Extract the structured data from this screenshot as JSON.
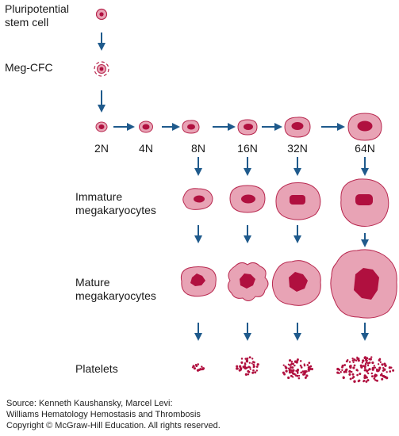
{
  "labels": {
    "stem_cell": "Pluripotential\nstem cell",
    "meg_cfc": "Meg-CFC",
    "immature": "Immature\nmegakaryocytes",
    "mature": "Mature\nmegakaryocytes",
    "platelets": "Platelets"
  },
  "ploidy": [
    "2N",
    "4N",
    "8N",
    "16N",
    "32N",
    "64N"
  ],
  "source_lines": "Source: Kenneth Kaushansky, Marcel Levi:\nWilliams Hematology Hemostasis and Thrombosis\nCopyright © McGraw-Hill Education. All rights reserved.",
  "colors": {
    "arrow": "#1f5a8c",
    "cytoplasm": "#e8a3b5",
    "cytoplasm_edge": "#b8284f",
    "nucleus": "#b0103f",
    "platelet": "#b0103f"
  }
}
